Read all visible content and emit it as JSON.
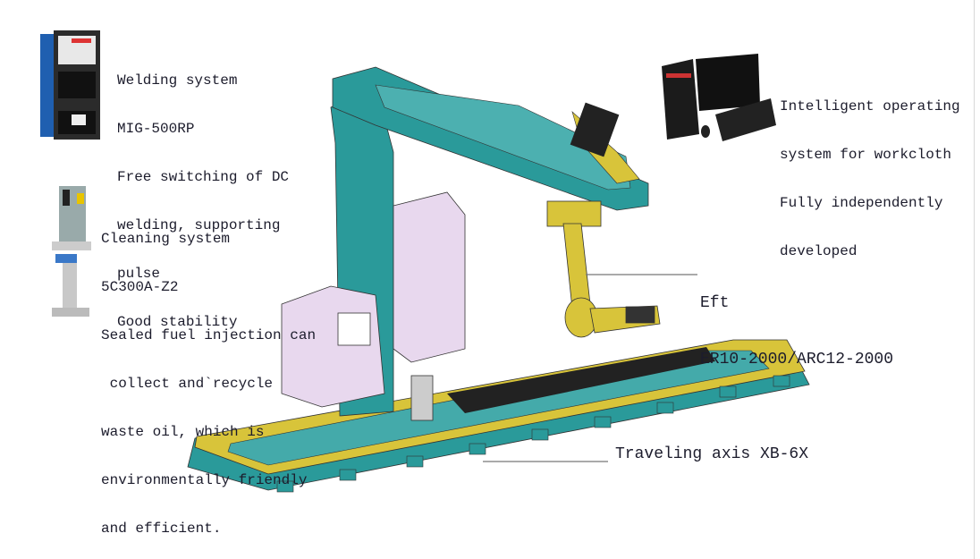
{
  "welding": {
    "lines": [
      "Welding system",
      "MIG-500RP",
      "Free switching of DC",
      "welding, supporting",
      "pulse",
      "Good stability"
    ]
  },
  "cleaning": {
    "lines": [
      "Cleaning system",
      "5C300A-Z2",
      "Sealed fuel injection can",
      " collect and`recycle",
      "waste oil, which is",
      "environmentally friendly",
      "and efficient."
    ]
  },
  "operating": {
    "lines": [
      "Intelligent operating",
      "system for workcloth",
      "Fully independently",
      "developed"
    ]
  },
  "robot": {
    "lines": [
      "Eft",
      "ER10-2000/ARC12-2000"
    ]
  },
  "axis": {
    "label": "Traveling axis XB-6X"
  },
  "colors": {
    "teal": "#2a9a9a",
    "yellow": "#d8c43a",
    "welder_blue": "#1f5fb0"
  }
}
